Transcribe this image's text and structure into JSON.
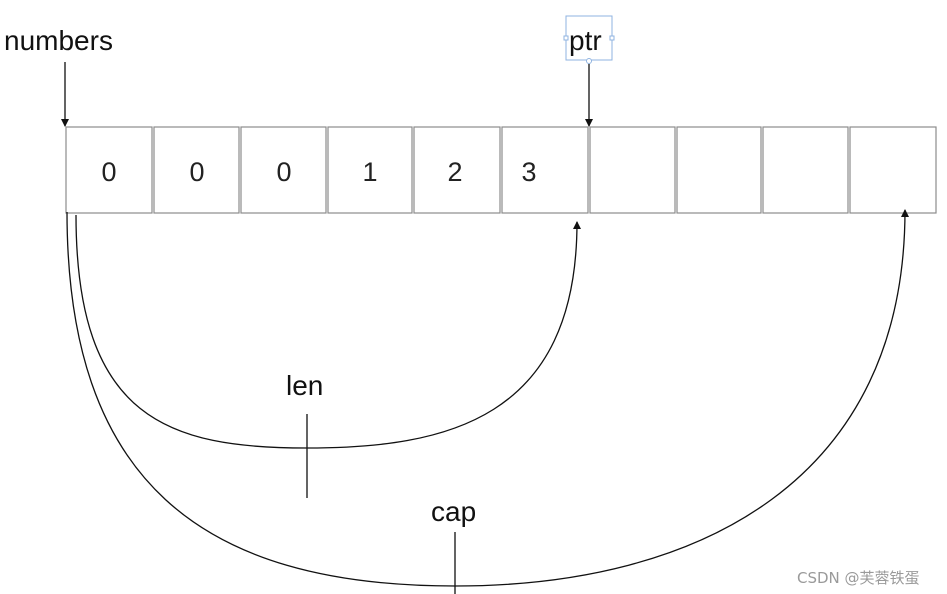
{
  "labels": {
    "numbers": "numbers",
    "ptr": "ptr",
    "len": "len",
    "cap": "cap"
  },
  "cells": [
    "0",
    "0",
    "0",
    "1",
    "2",
    "3",
    "",
    "",
    "",
    ""
  ],
  "watermark": "CSDN @芙蓉铁蛋",
  "colors": {
    "stroke": "#111111",
    "cell_border": "#8c8c8c",
    "selection": "#8fb3e0"
  }
}
